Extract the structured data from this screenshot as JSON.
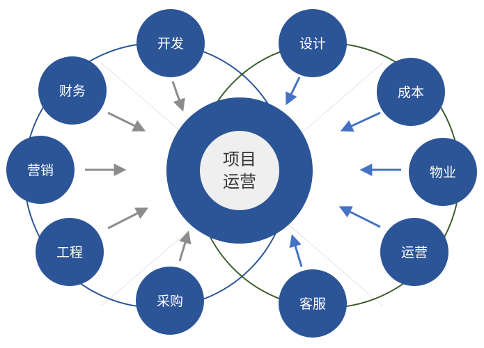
{
  "center": {
    "line1": "项目",
    "line2": "运营"
  },
  "left_nodes": [
    "开发",
    "财务",
    "营销",
    "工程",
    "采购"
  ],
  "right_nodes": [
    "设计",
    "成本",
    "物业",
    "运营",
    "客服"
  ],
  "colors": {
    "node_fill": "#2c5597",
    "left_ring": "#2c5597",
    "right_ring": "#3b5e2b",
    "left_arrow": "#8c8c8c",
    "right_arrow": "#4472c4",
    "center_inner": "#efefef",
    "faint_line": "#e4e4e4"
  }
}
